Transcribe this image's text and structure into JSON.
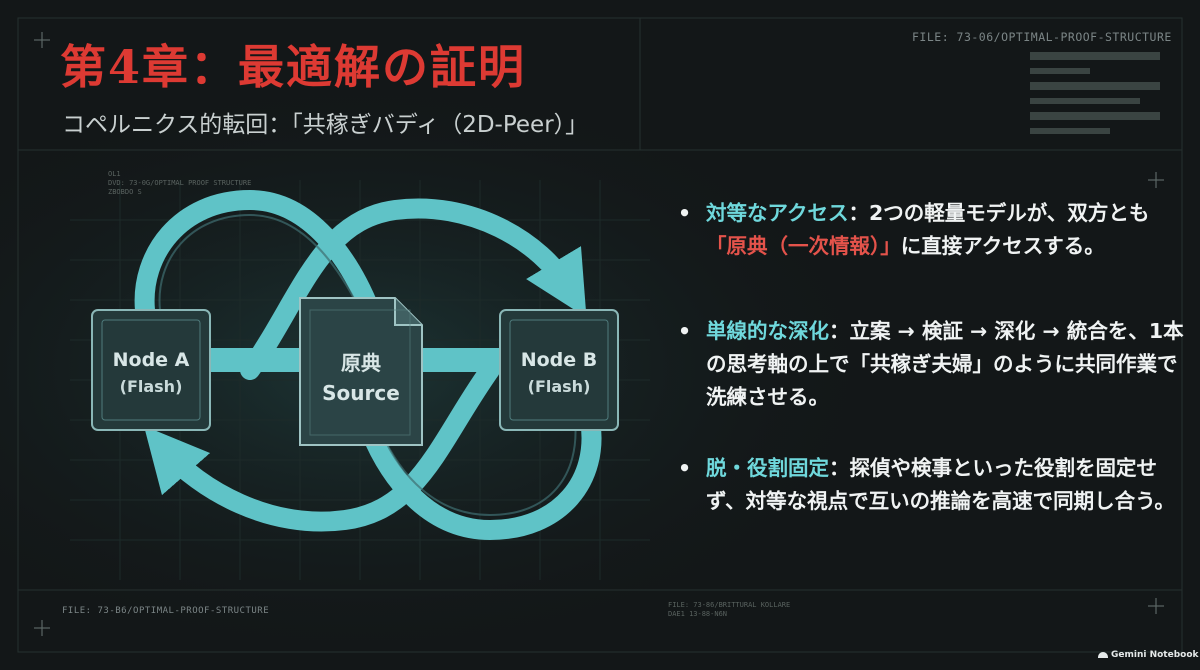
{
  "title": "第4章：最適解の証明",
  "subtitle": "コペルニクス的転回：「共稼ぎバディ（2D-Peer）」",
  "file_tag_top": "FILE: 73-06/OPTIMAL-PROOF-STRUCTURE",
  "file_tag_bottom": "FILE: 73-B6/OPTIMAL-PROOF-STRUCTURE",
  "small_note_left": [
    "OL1",
    "DVD: 73-0G/OPTIMAL PROOF STRUCTURE",
    "ZBOBDO S"
  ],
  "small_note_bottom": [
    "FILE: 73-86/BRITTURAL KOLLARE",
    "DAE1 13-88-N6N"
  ],
  "diagram": {
    "node_a": {
      "line1": "Node A",
      "line2": "(Flash)"
    },
    "source": {
      "line1": "原典",
      "line2": "Source"
    },
    "node_b": {
      "line1": "Node B",
      "line2": "(Flash)"
    }
  },
  "bullets": [
    {
      "keyword": "対等なアクセス",
      "parts": [
        "：2つの軽量モデルが、双方とも",
        "「原典（一次情報）」",
        "に直接アクセスする。"
      ]
    },
    {
      "keyword": "単線的な深化",
      "parts": [
        "：立案 → 検証 → 深化 → 統合を、1本の思考軸の上で「共稼ぎ夫婦」のように共同作業で洗練させる。"
      ]
    },
    {
      "keyword": "脱・役割固定",
      "parts": [
        "：探偵や検事といった役割を固定せず、対等な視点で互いの推論を高速で同期し合う。"
      ]
    }
  ],
  "branding": "Gemini Notebook",
  "colors": {
    "accent_red": "#dd3a33",
    "accent_cyan": "#6fd8dc",
    "loop": "#5fc3c7",
    "node": "#2b4446"
  }
}
